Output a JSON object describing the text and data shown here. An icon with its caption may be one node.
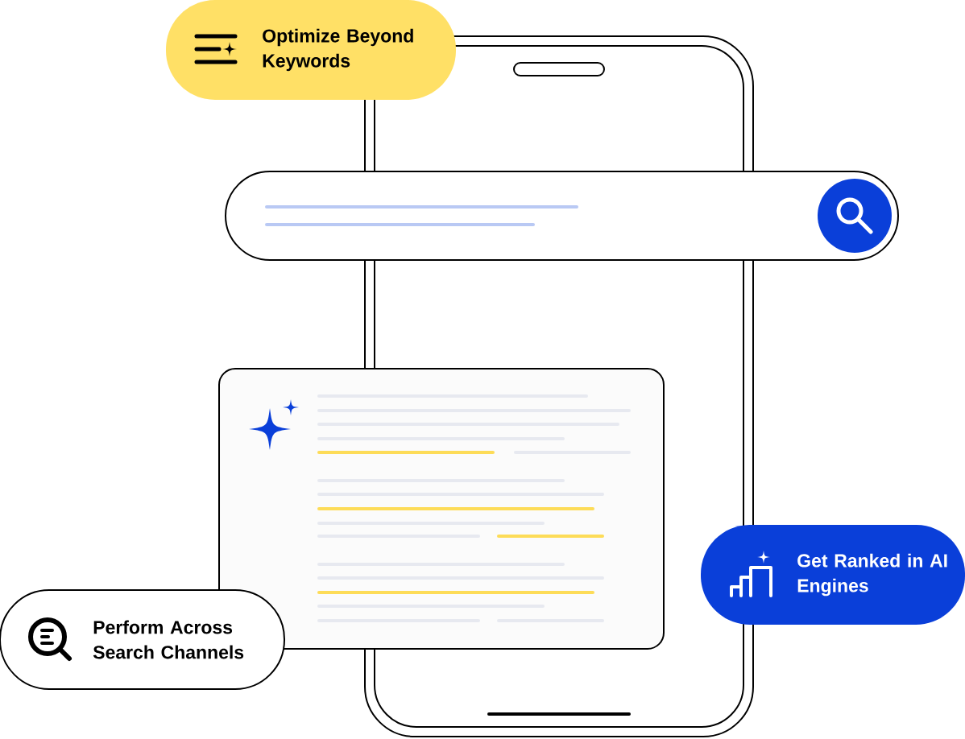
{
  "diagram": {
    "nodes": [
      {
        "text": [
          "Optimize Beyond Keywords"
        ]
      },
      {
        "text": [
          "Get Ranked in AI Engines"
        ]
      },
      {
        "text": [
          "Perform Across Search Channels"
        ]
      }
    ]
  }
}
